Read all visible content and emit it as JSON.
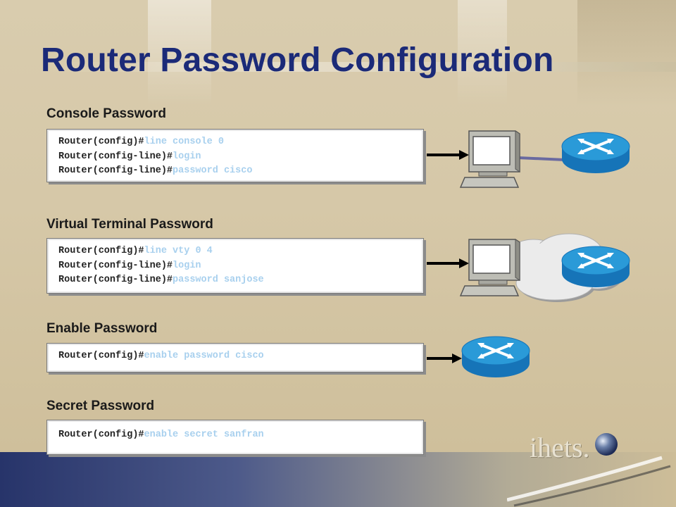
{
  "title": "Router Password Configuration",
  "sections": [
    {
      "label": "Console Password",
      "lines": [
        {
          "prompt": "Router(config)#",
          "command": "line console 0"
        },
        {
          "prompt": "Router(config-line)#",
          "command": "login"
        },
        {
          "prompt": "Router(config-line)#",
          "command": "password cisco"
        }
      ]
    },
    {
      "label": "Virtual Terminal Password",
      "lines": [
        {
          "prompt": "Router(config)#",
          "command": "line vty 0 4"
        },
        {
          "prompt": "Router(config-line)#",
          "command": "login"
        },
        {
          "prompt": "Router(config-line)#",
          "command": "password sanjose"
        }
      ]
    },
    {
      "label": "Enable Password",
      "lines": [
        {
          "prompt": "Router(config)#",
          "command": "enable password cisco"
        }
      ]
    },
    {
      "label": "Secret Password",
      "lines": [
        {
          "prompt": "Router(config)#",
          "command": "enable secret sanfran"
        }
      ]
    }
  ],
  "logo": "ihets.",
  "colors": {
    "title": "#1b2a78",
    "command": "#a8d0ee",
    "prompt": "#222222",
    "router": "#1e8fcf",
    "cloud": "#e6e6e6"
  },
  "icons": [
    "computer-icon",
    "router-icon",
    "cloud-icon",
    "arrow-icon",
    "console-cable-icon"
  ]
}
